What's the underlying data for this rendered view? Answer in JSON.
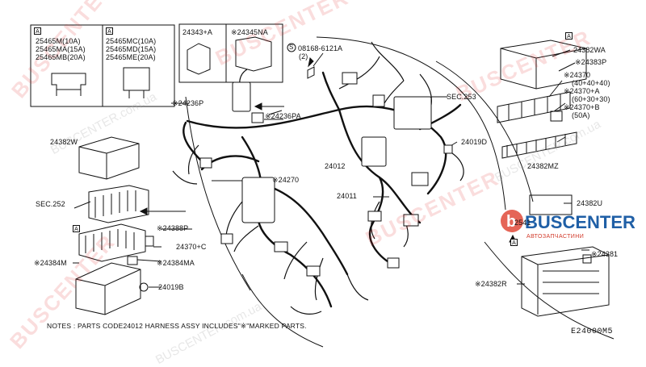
{
  "labels": {
    "fuse_mini": [
      "25465M(10A)",
      "25465MA(15A)",
      "25465MB(20A)"
    ],
    "fuse_std": [
      "25465MC(10A)",
      "25465MD(15A)",
      "25465ME(20A)"
    ],
    "p24343A": "24343+A",
    "p24345NA": "※24345NA",
    "p08168": "08168-6121A",
    "p08168_qty": "(2)",
    "p24382WA": "24382WA",
    "p24383P": "※24383P",
    "p24370": "※24370",
    "p24370_amp": "(40+40+40)",
    "p24370A": "※24370+A",
    "p24370A_amp": "(60+30+30)",
    "p24370B": "※24370+B",
    "p24370B_amp": "(50A)",
    "p24236P": "※24236P",
    "p24236PA": "※24236PA",
    "sec253": "SEC.253",
    "p24382W": "24382W",
    "p24019D": "24019D",
    "p24012": "24012",
    "p24270": "※24270",
    "p24382MZ": "24382MZ",
    "sec252": "SEC.252",
    "p24011": "24011",
    "p24382U": "24382U",
    "p2541": "2541",
    "p24388P": "※24388P",
    "p24370C": "24370+C",
    "p24381": "※24381",
    "p24384M": "※24384M",
    "p24384MA": "※24384MA",
    "p24019B": "24019B",
    "p24382R": "※24382R",
    "tag_a": "A",
    "screw_s": "S"
  },
  "notes": "NOTES : PARTS CODE24012 HARNESS ASSY INCLUDES\"※\"MARKED PARTS.",
  "figure_code": "E24000M5",
  "watermark": {
    "brand": "BUSCENTER",
    "site": "BUSCENTER.com.ua",
    "logo_text": "BUSCENTER",
    "logo_sub": "АВТОЗАПЧАСТИНИ",
    "logo_letter": "b"
  },
  "colors": {
    "line": "#111111",
    "watermark_red": "#e12d2d",
    "logo_blue": "#1f5fa6",
    "logo_red": "#d23a2a"
  }
}
